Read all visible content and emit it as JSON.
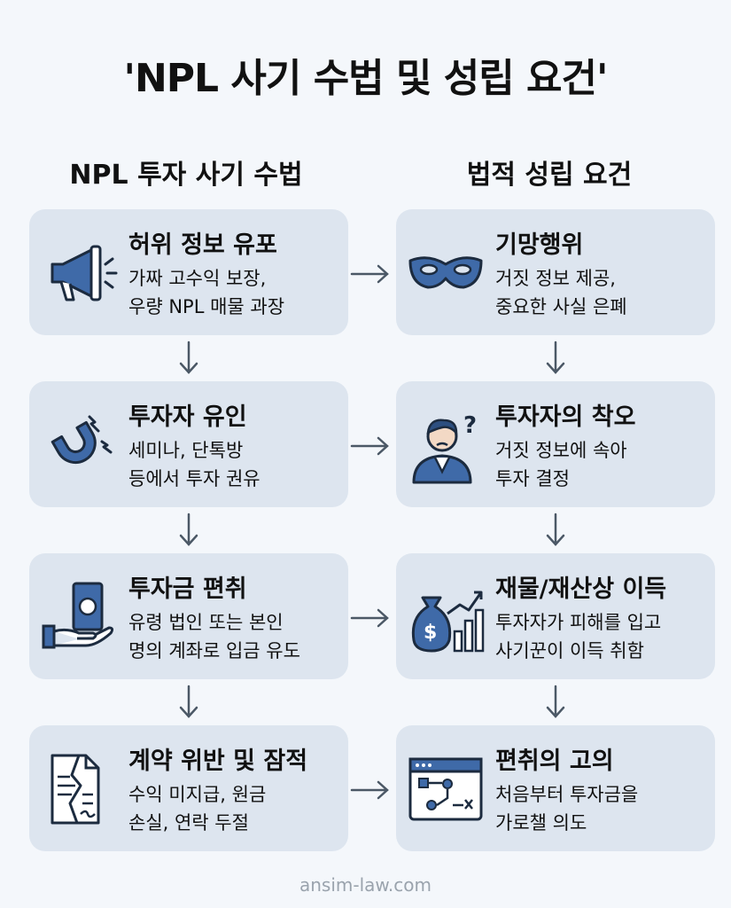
{
  "title": "'NPL 사기 수법 및 성립 요건'",
  "left_heading": "NPL 투자 사기 수법",
  "right_heading": "법적 성립 요건",
  "left_cards": [
    {
      "title": "허위 정보 유포",
      "lines": [
        "가짜 고수익 보장,",
        "우량 NPL 매물 과장"
      ],
      "icon": "megaphone-icon"
    },
    {
      "title": "투자자 유인",
      "lines": [
        "세미나, 단톡방",
        "등에서 투자 권유"
      ],
      "icon": "magnet-icon"
    },
    {
      "title": "투자금 편취",
      "lines": [
        "유령 법인 또는 본인",
        "명의 계좌로 입금 유도"
      ],
      "icon": "hand-money-icon"
    },
    {
      "title": "계약 위반 및 잠적",
      "lines": [
        "수익 미지급, 원금",
        "손실, 연락 두절"
      ],
      "icon": "torn-contract-icon"
    }
  ],
  "right_cards": [
    {
      "title": "기망행위",
      "lines": [
        "거짓 정보 제공,",
        "중요한 사실 은폐"
      ],
      "icon": "mask-icon"
    },
    {
      "title": "투자자의 착오",
      "lines": [
        "거짓 정보에 속아",
        "투자 결정"
      ],
      "icon": "confused-person-icon"
    },
    {
      "title": "재물/재산상 이득",
      "lines": [
        "투자자가 피해를 입고",
        "사기꾼이 이득 취함"
      ],
      "icon": "money-bag-chart-icon"
    },
    {
      "title": "편취의 고의",
      "lines": [
        "처음부터 투자금을",
        "가로챌 의도"
      ],
      "icon": "flowchart-window-icon"
    }
  ],
  "footer": "ansim-law.com",
  "colors": {
    "card": "#dde5ef",
    "icon": "#3f6aa8",
    "arrow": "#4b5866"
  }
}
